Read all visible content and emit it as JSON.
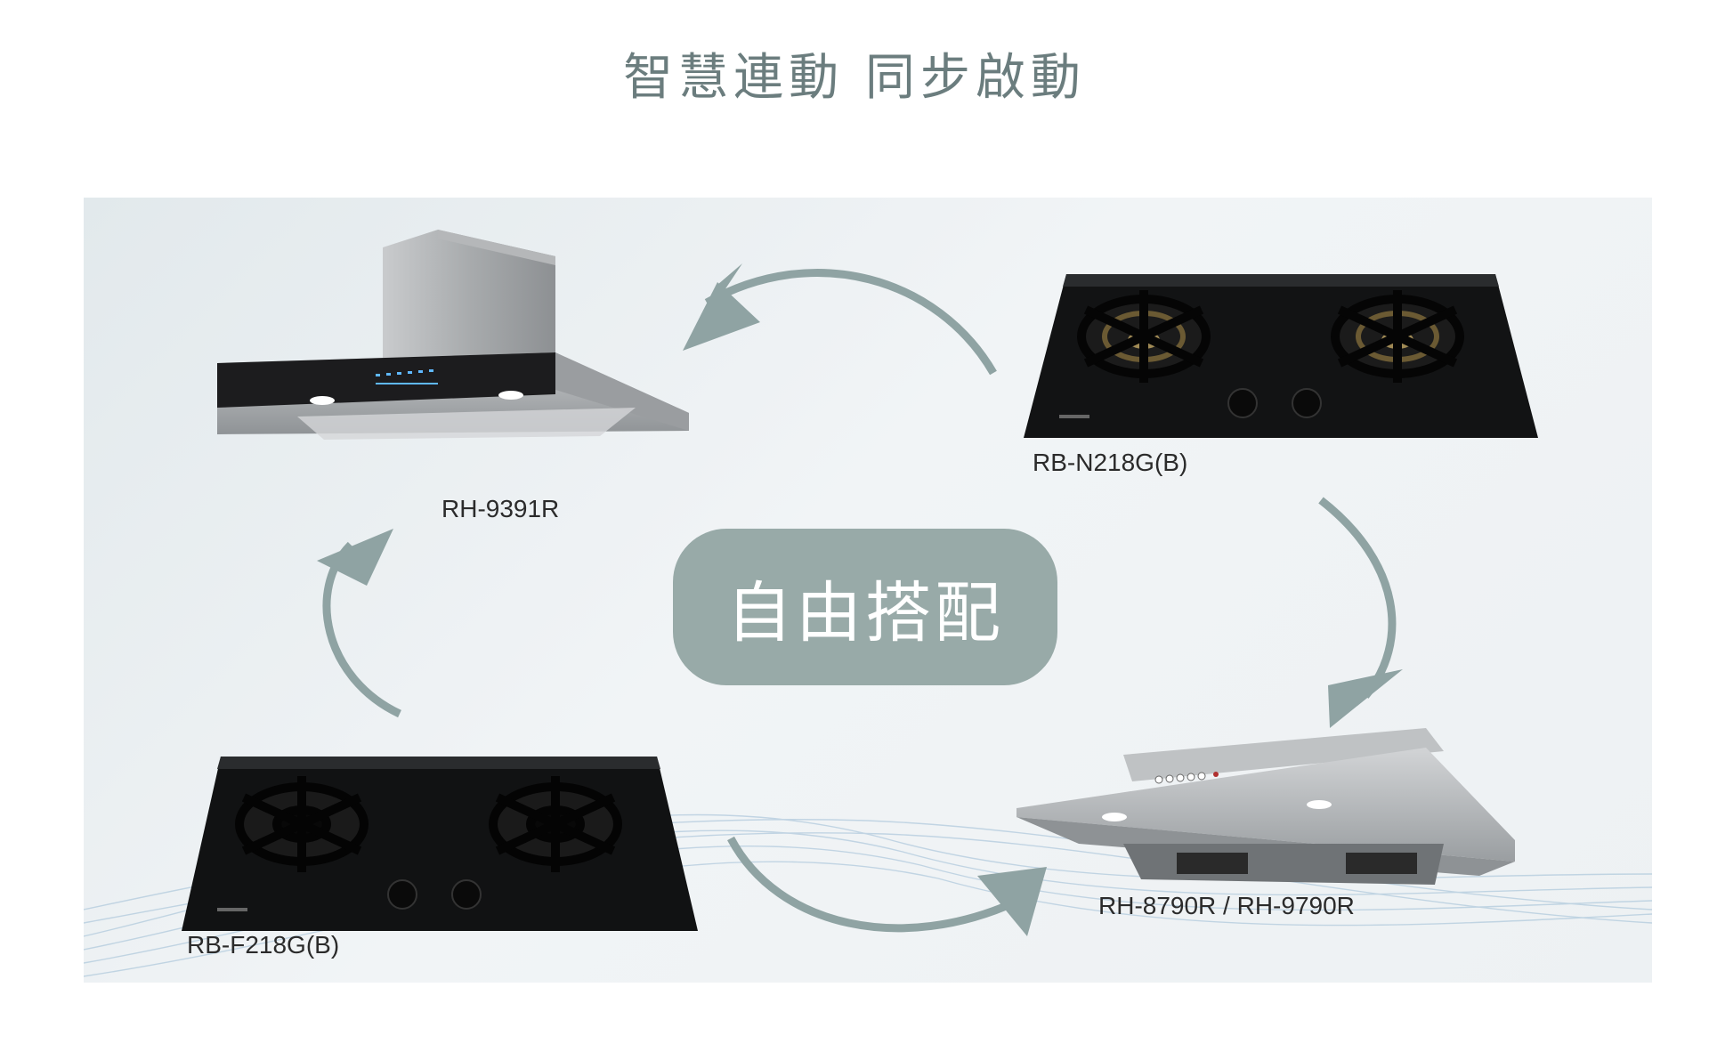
{
  "page": {
    "title": "智慧連動 同步啟動"
  },
  "center_badge": "自由搭配",
  "products": {
    "hood_top": "RH-9391R",
    "stove_top": "RB-N218G(B)",
    "stove_bottom": "RB-F218G(B)",
    "hood_bottom": "RH-8790R / RH-9790R"
  },
  "colors": {
    "title": "#6b7d7e",
    "badge": "#98aaa8",
    "arrow": "#8fa3a3"
  }
}
